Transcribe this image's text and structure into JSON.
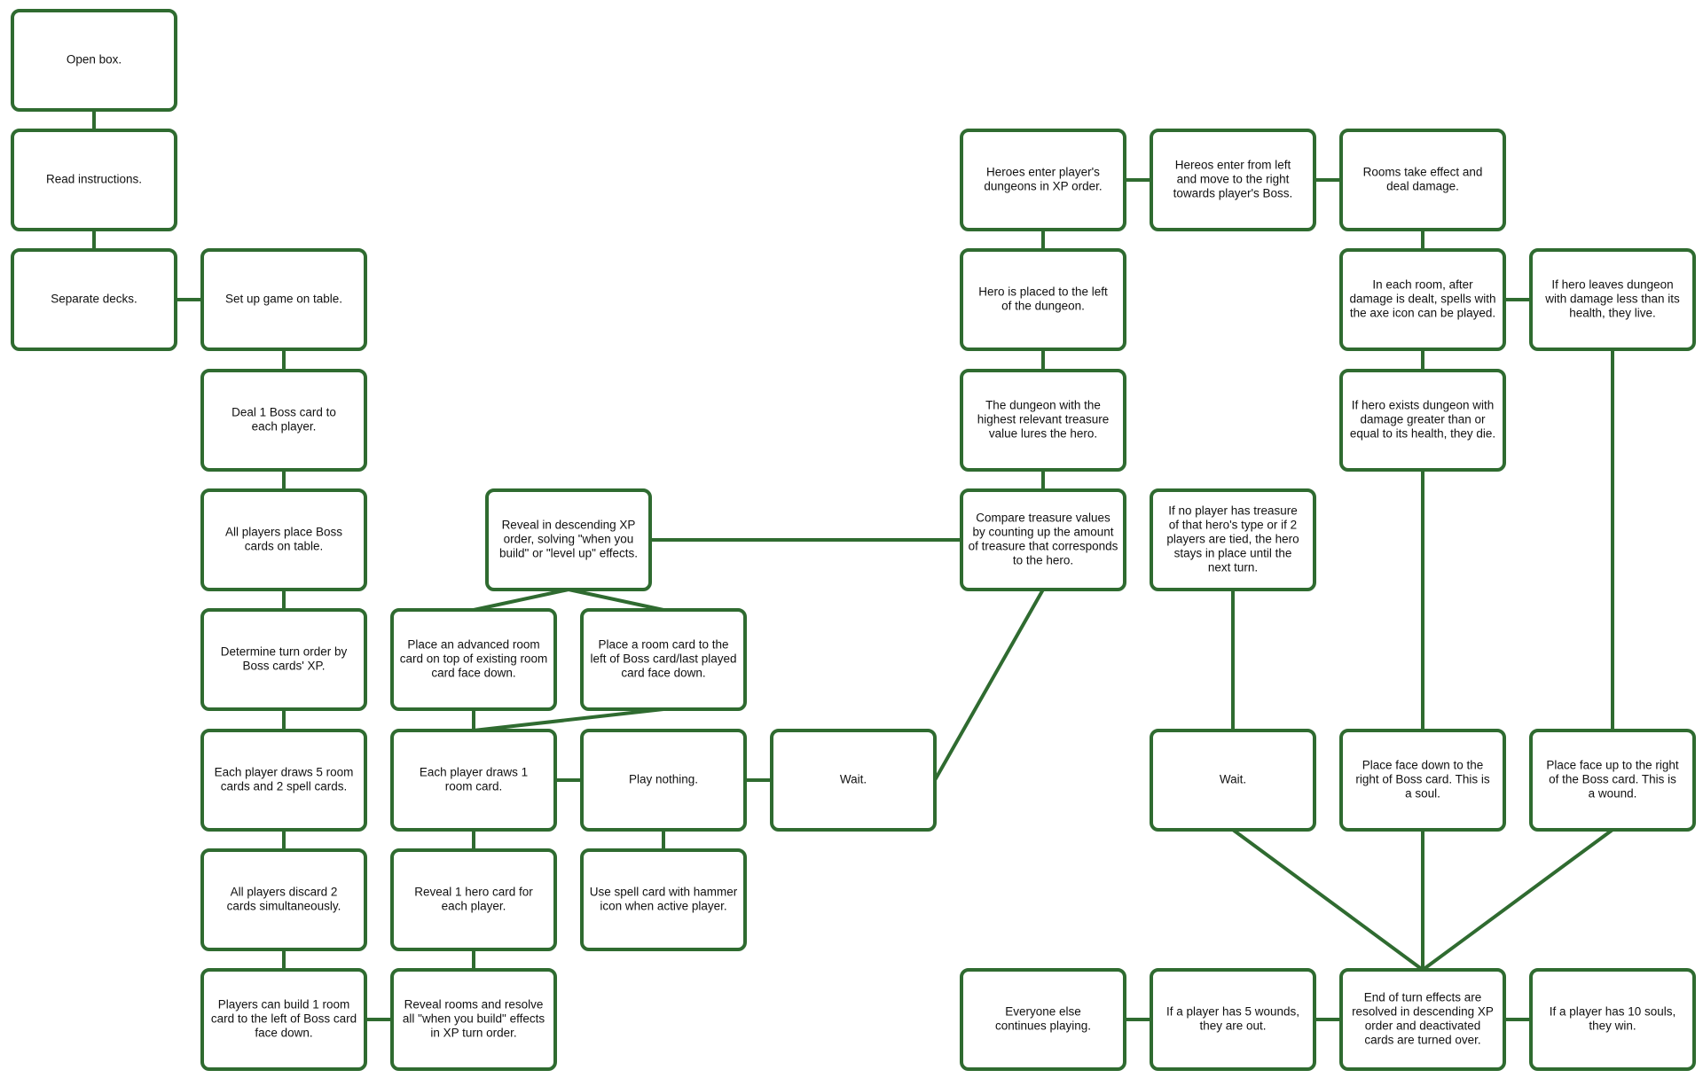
{
  "colors": {
    "stroke": "#2f6b30",
    "fill": "#ffffff",
    "text": "#111111"
  },
  "nodes": [
    {
      "id": "open-box",
      "lines": [
        "Open box."
      ]
    },
    {
      "id": "read-instructions",
      "lines": [
        "Read instructions."
      ]
    },
    {
      "id": "separate-decks",
      "lines": [
        "Separate decks."
      ]
    },
    {
      "id": "set-up-game",
      "lines": [
        "Set up game on table."
      ]
    },
    {
      "id": "deal-boss",
      "lines": [
        "Deal 1 Boss card to",
        "each player."
      ]
    },
    {
      "id": "place-boss",
      "lines": [
        "All players place Boss",
        "cards on table."
      ]
    },
    {
      "id": "turn-order",
      "lines": [
        "Determine turn order by",
        "Boss cards' XP."
      ]
    },
    {
      "id": "draw-5",
      "lines": [
        "Each player draws 5 room",
        "cards and 2 spell cards."
      ]
    },
    {
      "id": "discard-2",
      "lines": [
        "All players discard 2",
        "cards simultaneously."
      ]
    },
    {
      "id": "build-room",
      "lines": [
        "Players can build 1 room",
        "card to the left of Boss card",
        "face down."
      ]
    },
    {
      "id": "reveal-rooms",
      "lines": [
        "Reveal rooms and resolve",
        "all \"when you build\" effects",
        "in XP turn order."
      ]
    },
    {
      "id": "reveal-hero",
      "lines": [
        "Reveal 1 hero card for",
        "each player."
      ]
    },
    {
      "id": "draw-1-room",
      "lines": [
        "Each player draws 1",
        "room card."
      ]
    },
    {
      "id": "advanced-room",
      "lines": [
        "Place an advanced room",
        "card on top of existing room",
        "card face down."
      ]
    },
    {
      "id": "place-room",
      "lines": [
        "Place a room card to the",
        "left of Boss card/last played",
        "card face down."
      ]
    },
    {
      "id": "play-nothing",
      "lines": [
        "Play nothing."
      ]
    },
    {
      "id": "hammer-spell",
      "lines": [
        "Use spell card with hammer",
        "icon when active player."
      ]
    },
    {
      "id": "wait-1",
      "lines": [
        "Wait."
      ]
    },
    {
      "id": "reveal-xp",
      "lines": [
        "Reveal in descending XP",
        "order, solving \"when you",
        "build\" or \"level up\" effects."
      ]
    },
    {
      "id": "compare-treasure",
      "lines": [
        "Compare treasure values",
        "by counting up the amount",
        "of treasure that corresponds",
        "to the hero."
      ]
    },
    {
      "id": "dungeon-lures",
      "lines": [
        "The dungeon with the",
        "highest relevant treasure",
        "value lures the hero."
      ]
    },
    {
      "id": "hero-placed",
      "lines": [
        "Hero is placed to the left",
        "of the dungeon."
      ]
    },
    {
      "id": "heroes-enter",
      "lines": [
        "Heroes enter player's",
        "dungeons in XP order."
      ]
    },
    {
      "id": "heroes-move",
      "lines": [
        "Hereos enter from left",
        "and move to the right",
        "towards player's Boss."
      ]
    },
    {
      "id": "rooms-effect",
      "lines": [
        "Rooms take effect and",
        "deal damage."
      ]
    },
    {
      "id": "axe-spells",
      "lines": [
        "In each room, after",
        "damage is dealt, spells with",
        "the axe icon can be played."
      ]
    },
    {
      "id": "hero-leaves",
      "lines": [
        "If hero leaves dungeon",
        "with damage less than its",
        "health, they live."
      ]
    },
    {
      "id": "hero-dies",
      "lines": [
        "If hero exists dungeon with",
        "damage greater than or",
        "equal to its health, they die."
      ]
    },
    {
      "id": "no-treasure",
      "lines": [
        "If no player has treasure",
        "of that hero's type or if 2",
        "players are tied, the hero",
        "stays in place until the",
        "next turn."
      ]
    },
    {
      "id": "wait-2",
      "lines": [
        "Wait."
      ]
    },
    {
      "id": "soul",
      "lines": [
        "Place face down to the",
        "right of Boss card. This is",
        "a soul."
      ]
    },
    {
      "id": "wound",
      "lines": [
        "Place face up to the right",
        "of the Boss card. This is",
        "a wound."
      ]
    },
    {
      "id": "end-turn",
      "lines": [
        "End of turn effects are",
        "resolved in descending XP",
        "order and deactivated",
        "cards are turned over."
      ]
    },
    {
      "id": "five-wounds",
      "lines": [
        "If a player has 5 wounds,",
        "they are out."
      ]
    },
    {
      "id": "everyone-else",
      "lines": [
        "Everyone else",
        "continues playing."
      ]
    },
    {
      "id": "ten-souls",
      "lines": [
        "If a player has 10 souls,",
        "they win."
      ]
    }
  ],
  "edges": [
    [
      "open-box",
      "read-instructions"
    ],
    [
      "read-instructions",
      "separate-decks"
    ],
    [
      "separate-decks",
      "set-up-game"
    ],
    [
      "set-up-game",
      "deal-boss"
    ],
    [
      "deal-boss",
      "place-boss"
    ],
    [
      "place-boss",
      "turn-order"
    ],
    [
      "turn-order",
      "draw-5"
    ],
    [
      "draw-5",
      "discard-2"
    ],
    [
      "discard-2",
      "build-room"
    ],
    [
      "build-room",
      "reveal-rooms"
    ],
    [
      "reveal-rooms",
      "reveal-hero"
    ],
    [
      "reveal-hero",
      "draw-1-room"
    ],
    [
      "draw-1-room",
      "play-nothing"
    ],
    [
      "play-nothing",
      "wait-1"
    ],
    [
      "play-nothing",
      "hammer-spell"
    ],
    [
      "draw-1-room",
      "advanced-room"
    ],
    [
      "draw-1-room",
      "place-room"
    ],
    [
      "advanced-room",
      "reveal-xp"
    ],
    [
      "place-room",
      "reveal-xp"
    ],
    [
      "reveal-xp",
      "compare-treasure"
    ],
    [
      "wait-1",
      "compare-treasure"
    ],
    [
      "compare-treasure",
      "dungeon-lures"
    ],
    [
      "dungeon-lures",
      "hero-placed"
    ],
    [
      "hero-placed",
      "heroes-enter"
    ],
    [
      "heroes-enter",
      "heroes-move"
    ],
    [
      "heroes-move",
      "rooms-effect"
    ],
    [
      "rooms-effect",
      "axe-spells"
    ],
    [
      "axe-spells",
      "hero-leaves"
    ],
    [
      "axe-spells",
      "hero-dies"
    ],
    [
      "hero-dies",
      "soul"
    ],
    [
      "hero-leaves",
      "wound"
    ],
    [
      "no-treasure",
      "wait-2"
    ],
    [
      "wait-2",
      "end-turn"
    ],
    [
      "soul",
      "end-turn"
    ],
    [
      "wound",
      "end-turn"
    ],
    [
      "end-turn",
      "five-wounds"
    ],
    [
      "five-wounds",
      "everyone-else"
    ],
    [
      "end-turn",
      "ten-souls"
    ]
  ]
}
